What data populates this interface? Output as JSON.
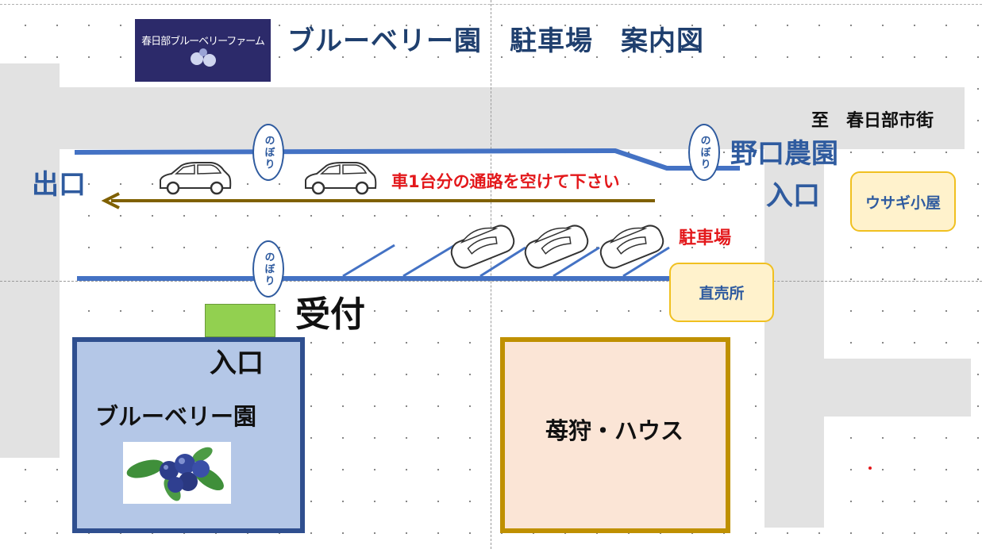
{
  "header": {
    "title": "ブルーベリー園　駐車場　案内図",
    "logo_text": "春日部ブルーベリーファーム"
  },
  "labels": {
    "exit": "出口",
    "direction": "至　春日部市街",
    "noguchi_line1": "野口農園",
    "noguchi_line2": "入口",
    "lane_notice": "車1台分の通路を空けて下さい",
    "parking": "駐車場",
    "reception": "受付",
    "garden_entrance": "入口",
    "blueberry_garden": "ブルーベリー園",
    "strawberry_house": "苺狩・ハウス"
  },
  "nobori": {
    "label": "のぼり"
  },
  "buildings": {
    "rabbit_hut": "ウサギ小屋",
    "direct_sales": "直売所"
  },
  "colors": {
    "road_line": "#4472c4",
    "arrow": "#7f6000",
    "title": "#1f3f6e",
    "blue_text": "#2f5b9f",
    "notice_red": "#e3181b",
    "blueberry_fill": "#b4c7e7",
    "blueberry_border": "#2f4f8f",
    "strawberry_fill": "#fbe5d6",
    "strawberry_border": "#bf9000",
    "box_fill": "#fff2cc",
    "box_border": "#f0c020",
    "reception_green": "#92d050",
    "road_gray": "#e2e2e2"
  },
  "icons": [
    "car-side-icon",
    "car-parked-icon",
    "blueberry-image",
    "logo-image"
  ]
}
